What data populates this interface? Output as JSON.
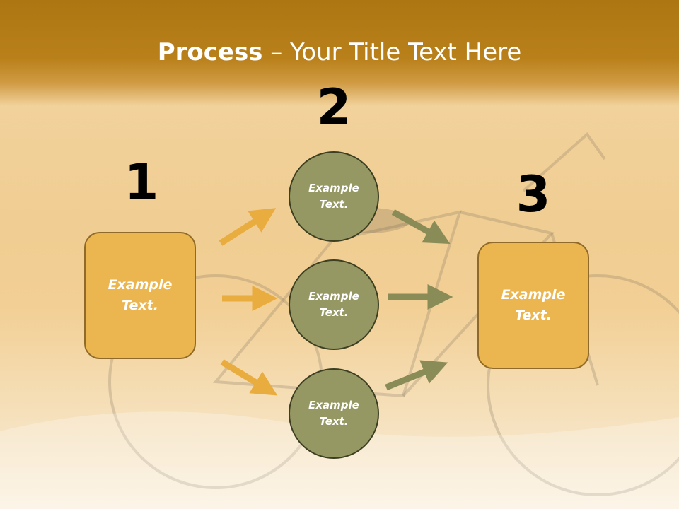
{
  "title": {
    "bold": "Process",
    "rest": " – Your Title Text Here"
  },
  "steps": [
    {
      "number": "1",
      "text": "Example Text."
    },
    {
      "number": "2",
      "texts": [
        "Example Text.",
        "Example Text.",
        "Example Text."
      ]
    },
    {
      "number": "3",
      "text": "Example Text."
    }
  ],
  "colors": {
    "title_band": "#b57c16",
    "box_fill": "#ebb54f",
    "circle_fill": "#959863",
    "arrow_left": "#e9ac3f",
    "arrow_right": "#8a8c58"
  }
}
